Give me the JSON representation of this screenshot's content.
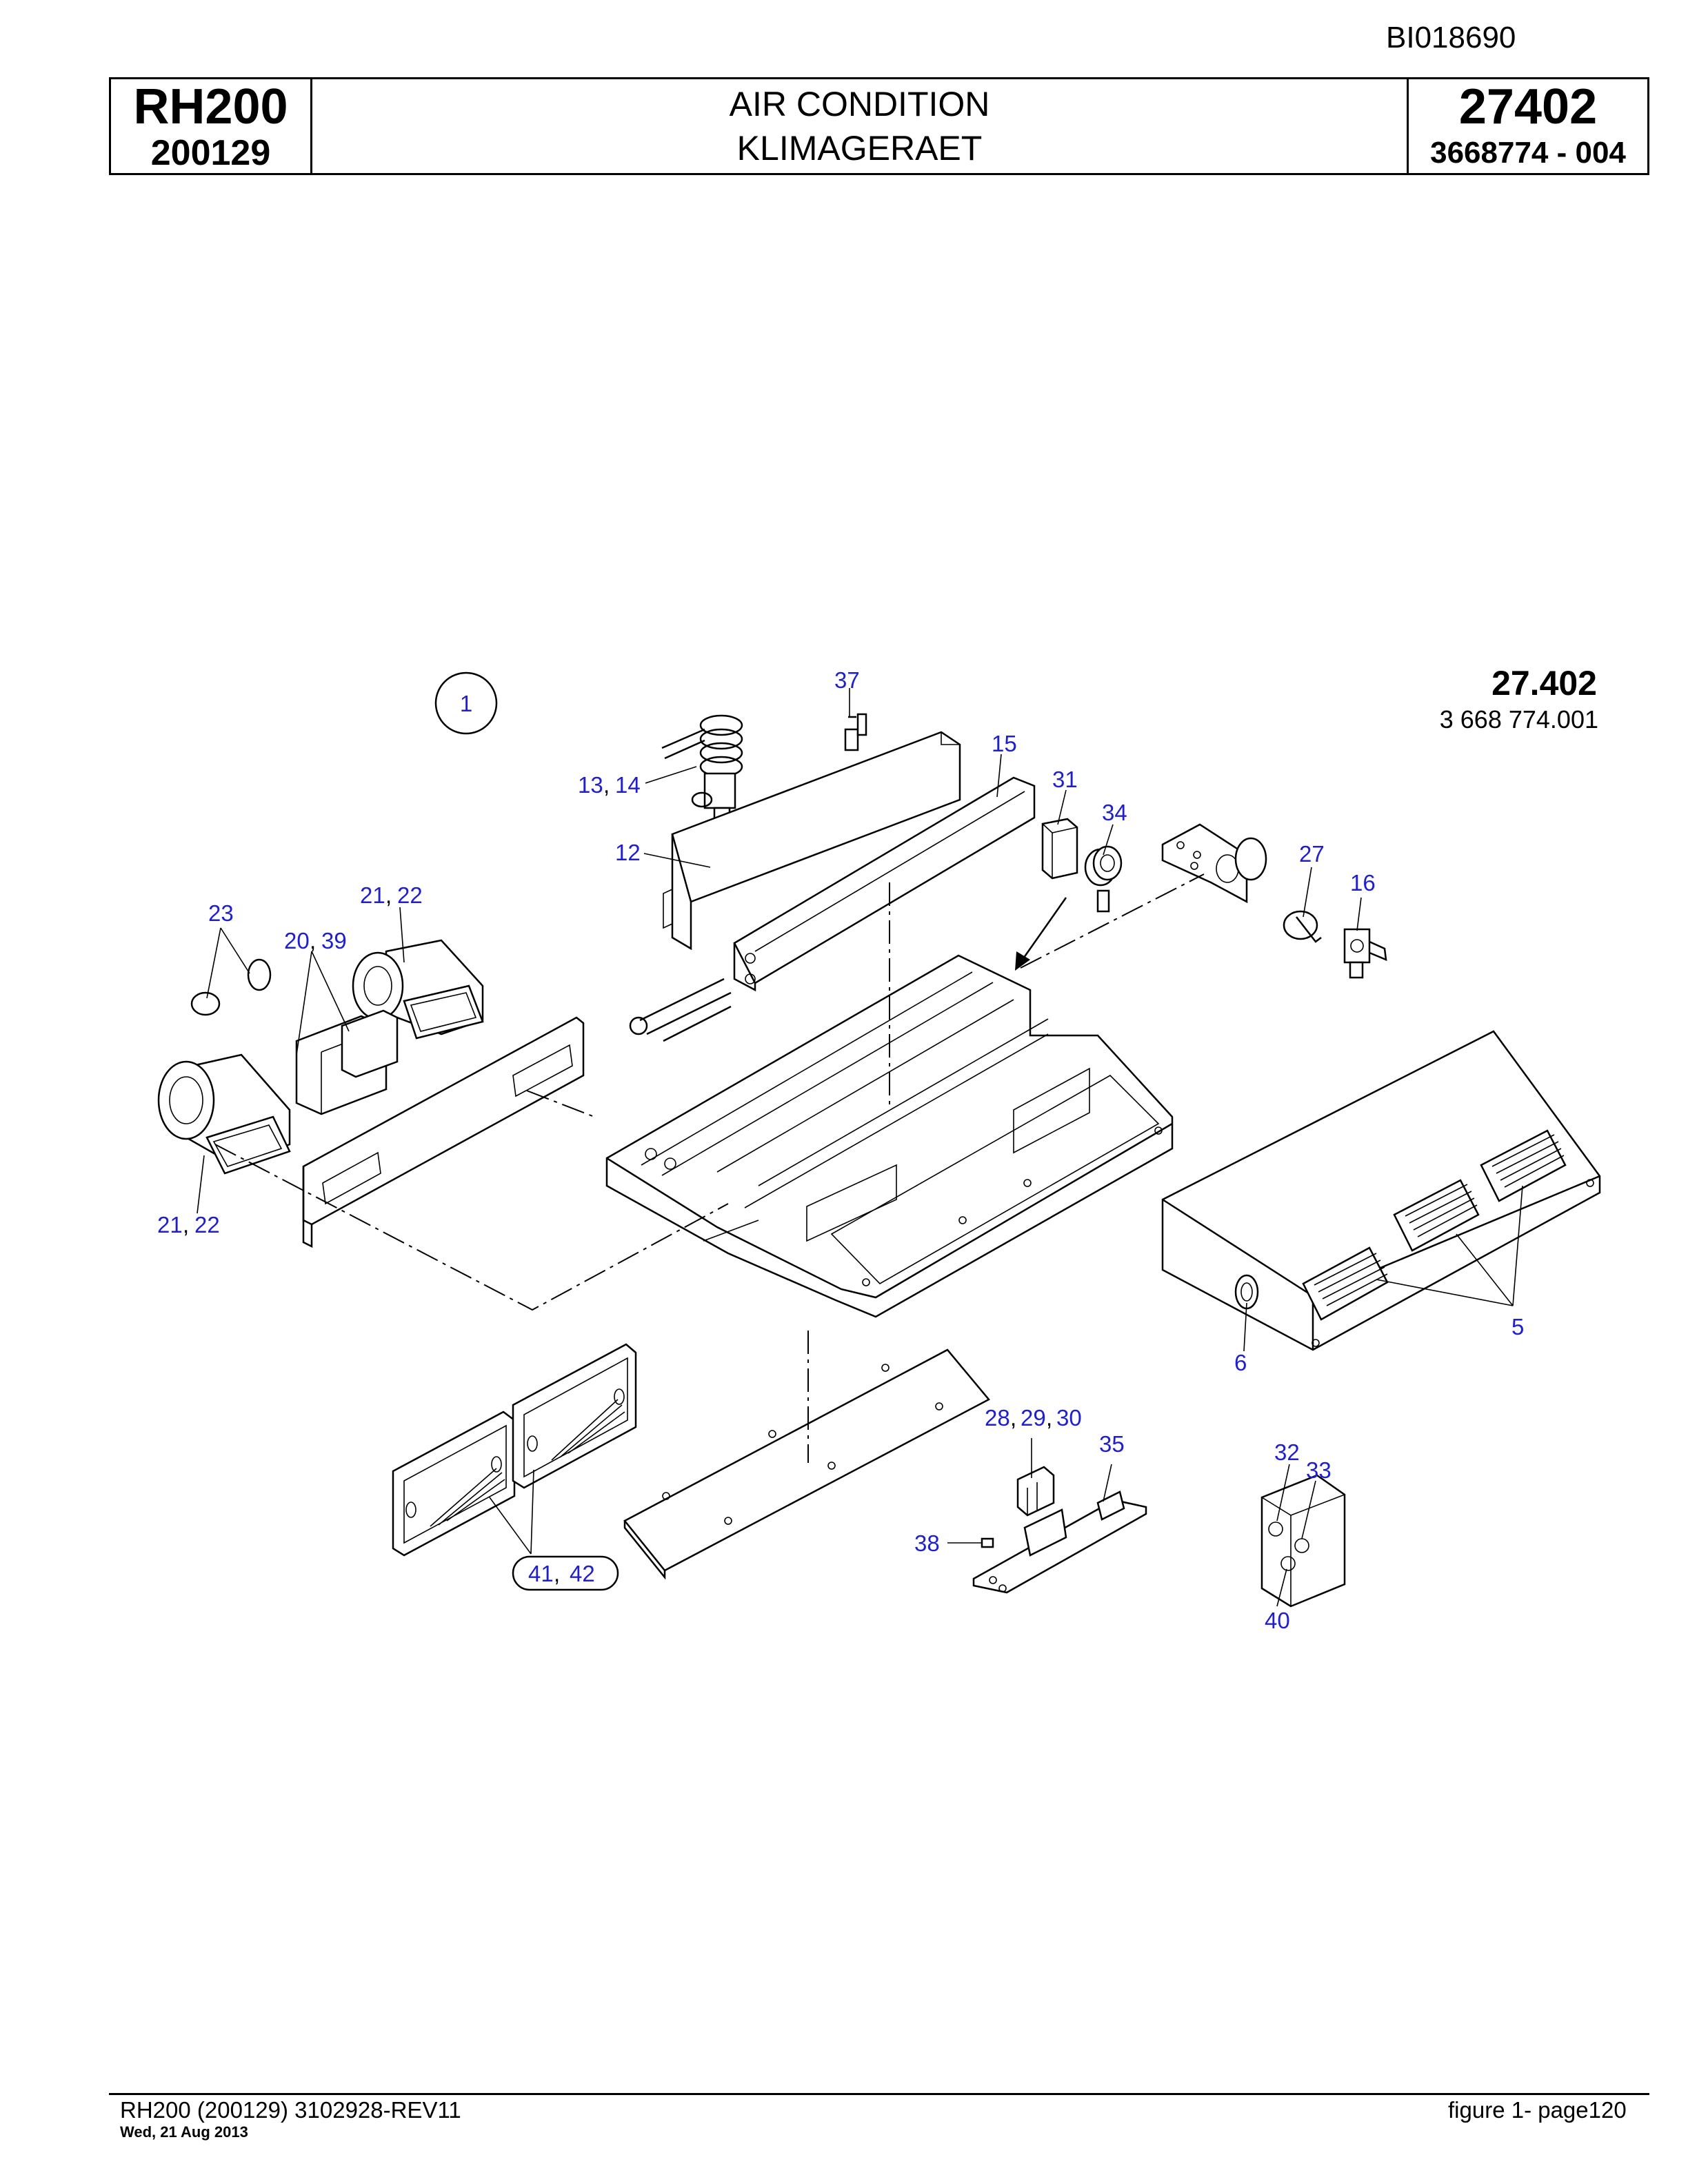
{
  "doc_id": "BI018690",
  "header": {
    "model": "RH200",
    "serial": "200129",
    "title_en": "AIR CONDITION",
    "title_de": "KLIMAGERAET",
    "figure": "27402",
    "part_number": "3668774  - 004"
  },
  "drawing": {
    "group_number": "27.402",
    "group_part": "3 668 774.001",
    "view_marker": "1",
    "callouts": [
      "37",
      "15",
      "13",
      "14",
      "31",
      "34",
      "12",
      "27",
      "16",
      "23",
      "21",
      "22",
      "20",
      "39",
      "21",
      "22",
      "5",
      "6",
      "28",
      "29",
      "30",
      "35",
      "32",
      "33",
      "38",
      "40",
      "41",
      "42"
    ],
    "sep": ","
  },
  "footer": {
    "left": "RH200 (200129) 3102928-REV11",
    "date": "Wed, 21 Aug 2013",
    "right": "figure  1- page120"
  }
}
